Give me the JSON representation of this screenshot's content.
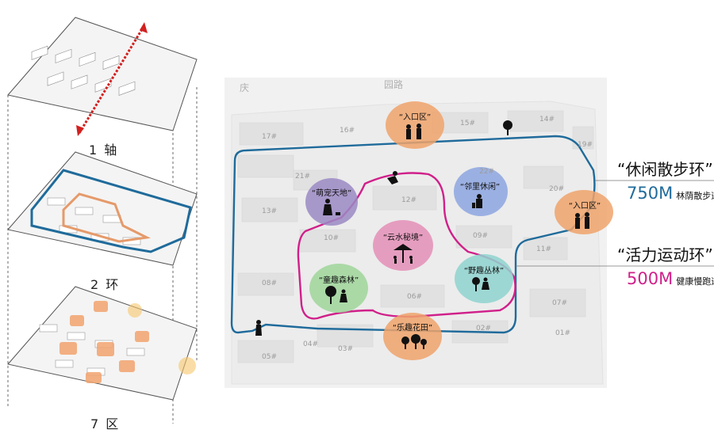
{
  "left_panel": {
    "steps": [
      {
        "label": "1 轴"
      },
      {
        "label": "2 环"
      },
      {
        "label": "7 区"
      }
    ]
  },
  "map": {
    "road_labels": [
      "庆",
      "园路"
    ],
    "building_numbers": [
      "16#",
      "15#",
      "14#",
      "19#",
      "17#",
      "21#",
      "22#",
      "20#",
      "13#",
      "12#",
      "11#",
      "10#",
      "09#",
      "08#",
      "07#",
      "06#",
      "02#",
      "03#",
      "04#",
      "05#",
      "01#"
    ],
    "zones": [
      {
        "label": "“入口区”",
        "color": "#f0a36b"
      },
      {
        "label": "“入口区”",
        "color": "#f0a36b"
      },
      {
        "label": "“萌宠天地”",
        "color": "#9b89c4"
      },
      {
        "label": "“邻里休闲”",
        "color": "#8da6e0"
      },
      {
        "label": "“云水秘境”",
        "color": "#e48fb7"
      },
      {
        "label": "“童趣森林”",
        "color": "#9fd69a"
      },
      {
        "label": "“野趣丛林”",
        "color": "#8fd3cf"
      },
      {
        "label": "“乐趣花田”",
        "color": "#f0a36b"
      }
    ]
  },
  "legend": {
    "walking_loop": {
      "title": "“休闲散步环”",
      "distance": "750M",
      "desc": "林荫散步道",
      "color": "#1f6b9b"
    },
    "fitness_loop": {
      "title": "“活力运动环”",
      "distance": "500M",
      "desc": "健康慢跑道",
      "color": "#d0208a"
    }
  }
}
